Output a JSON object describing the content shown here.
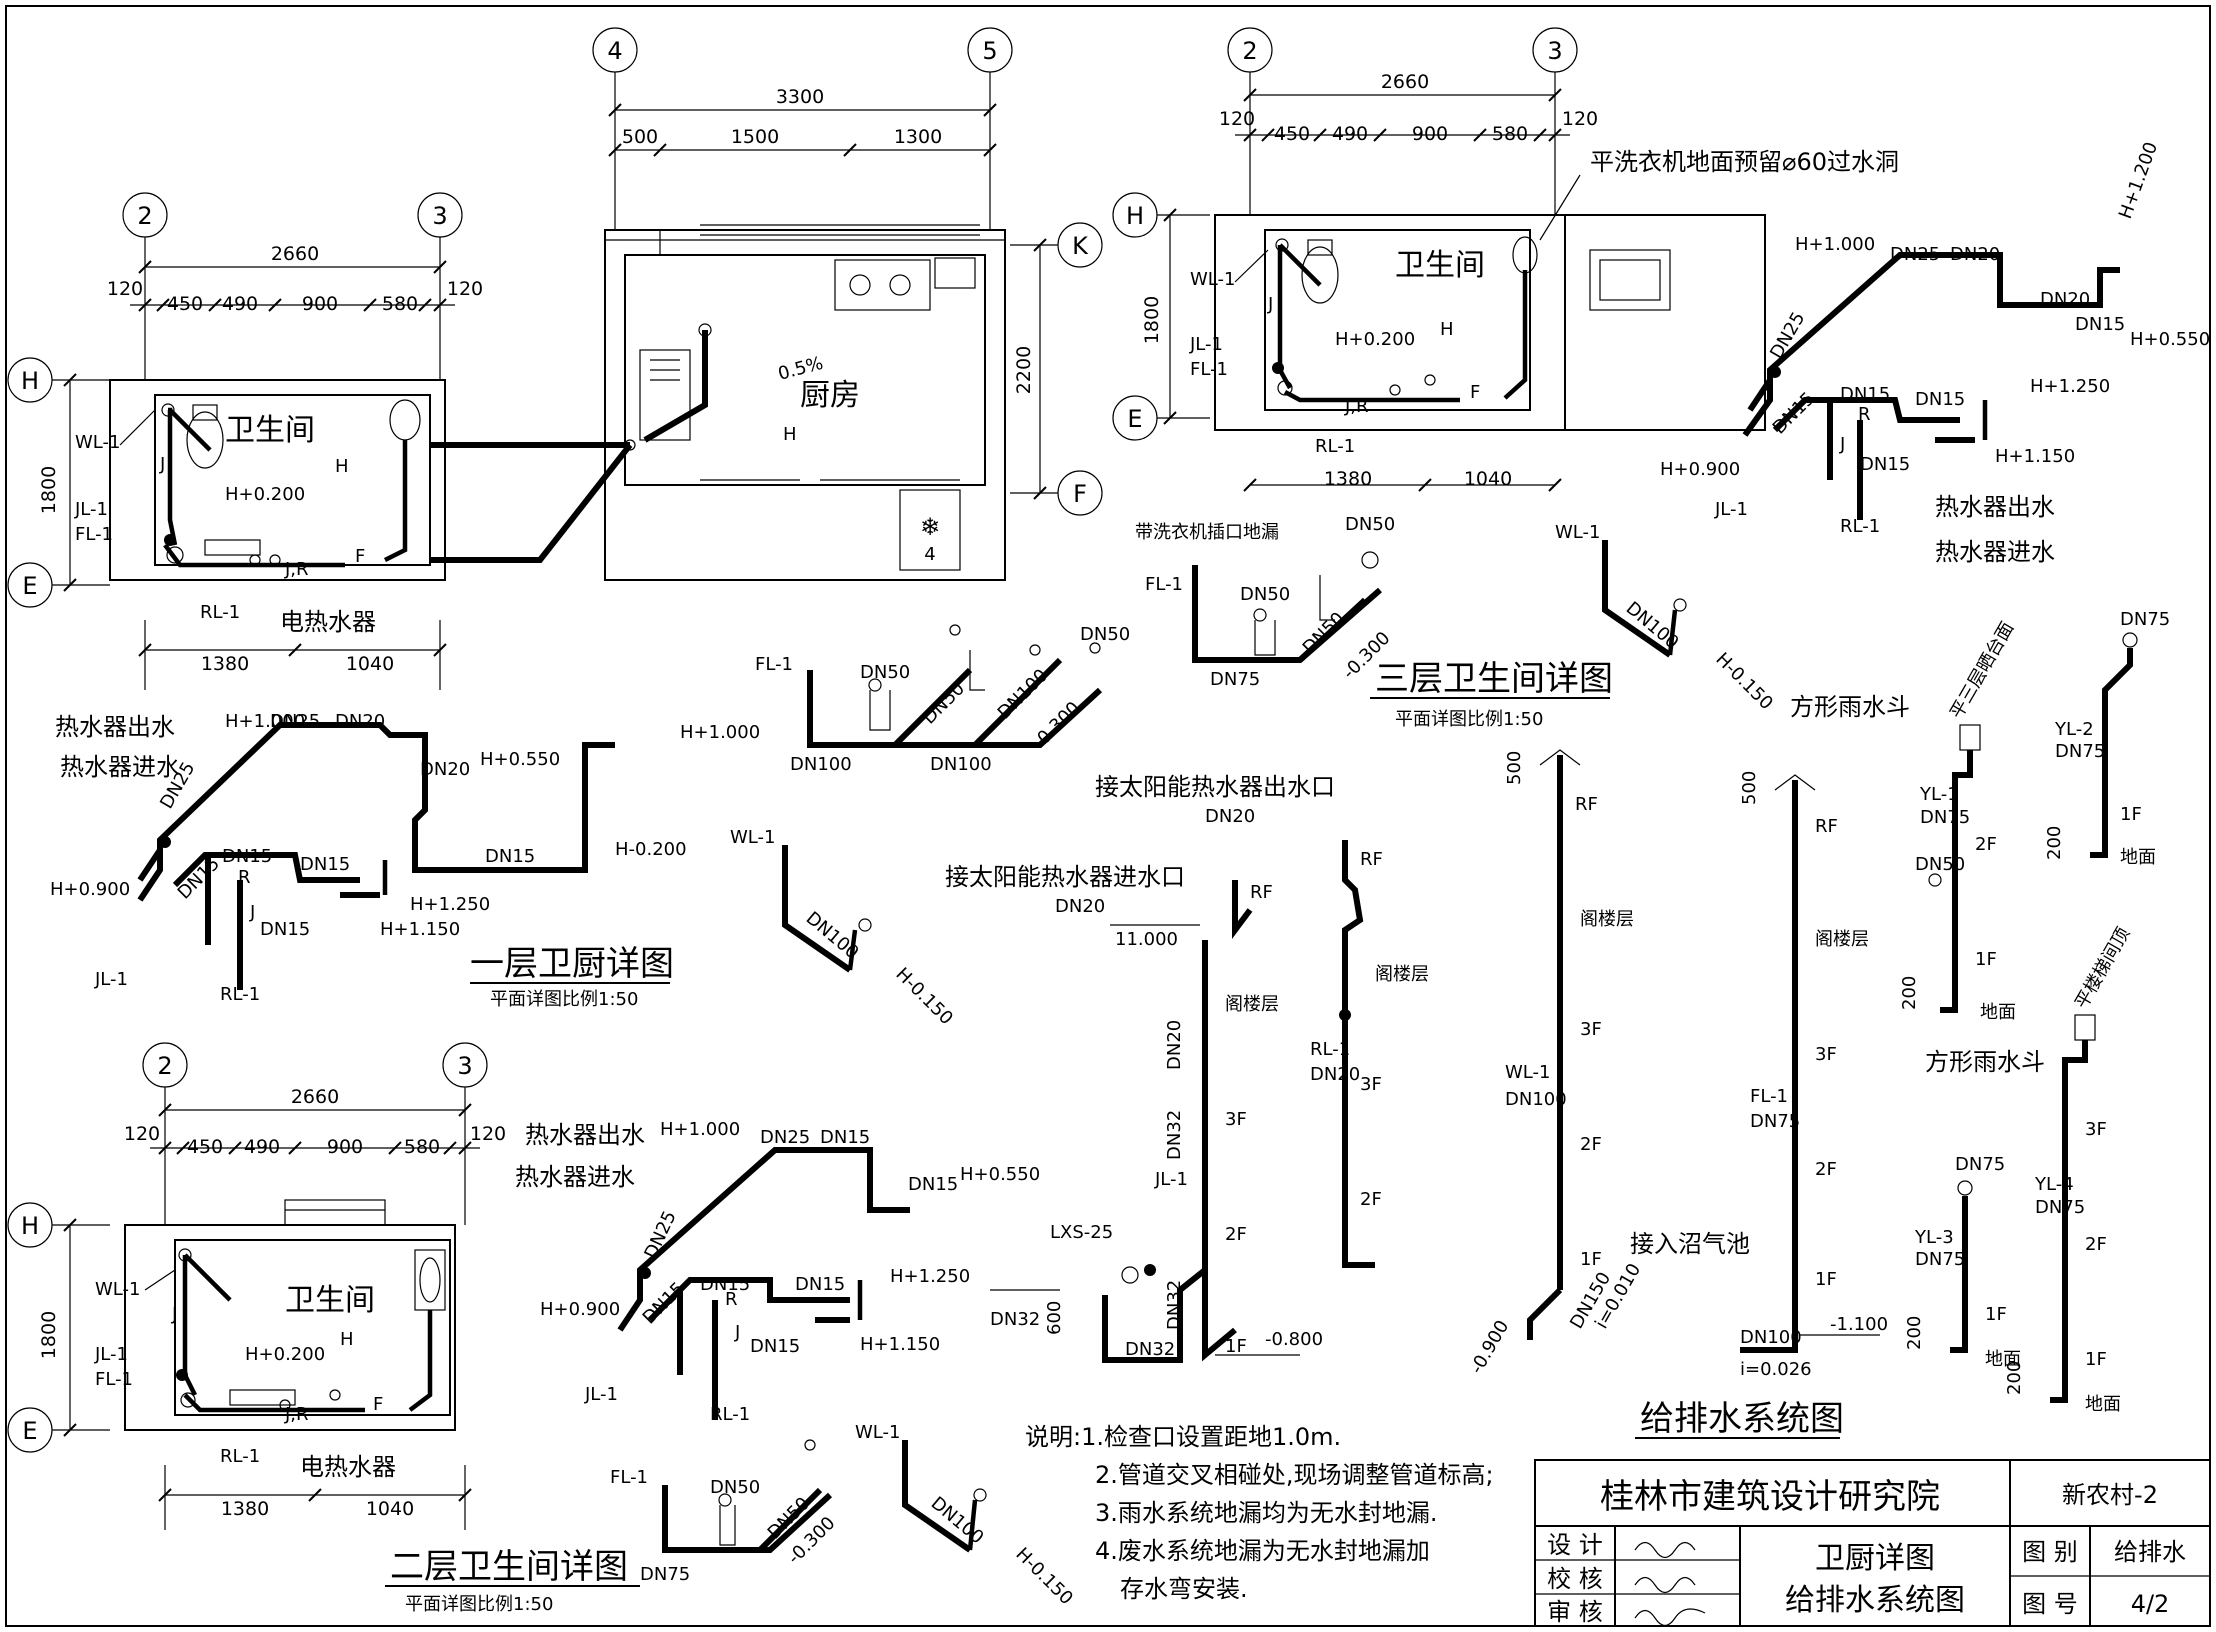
{
  "labels": {
    "wl1": "WL-1",
    "jl1": "JL-1",
    "fl1": "FL-1",
    "rl1": "RL-1",
    "yl1": "YL-1",
    "yl2": "YL-2",
    "yl3": "YL-3",
    "yl4": "YL-4",
    "j": "J",
    "r": "R",
    "f": "F",
    "jr": "J,R",
    "h": "H",
    "dn15": "DN15",
    "dn20": "DN20",
    "dn25": "DN25",
    "dn32": "DN32",
    "dn50": "DN50",
    "dn75": "DN75",
    "dn100": "DN100",
    "dn150": "DN150",
    "h_p0200": "H+0.200",
    "h_p0900": "H+0.900",
    "h_p1000": "H+1.000",
    "h_p0550": "H+0.550",
    "h_p1250": "H+1.250",
    "h_p1150": "H+1.150",
    "h_p1200": "H+1.200",
    "h_m0200": "H-0.200",
    "h_m0150": "H-0.150",
    "m0300": "-0.300",
    "m0800": "-0.800",
    "m0900": "-0.900",
    "m1100": "-1.100",
    "v11000": "11.000",
    "rf": "RF",
    "attic": "阁楼层",
    "f1": "1F",
    "f2": "2F",
    "f3": "3F",
    "ground": "地面",
    "lxs": "LXS-25",
    "slope1": "i=0.010",
    "slope2": "i=0.026",
    "slope_pct": "0.5%"
  },
  "rooms": {
    "bath": "卫生间",
    "kitchen": "厨房"
  },
  "axes": {
    "a2": "2",
    "a3": "3",
    "a4": "4",
    "a5": "5",
    "aH": "H",
    "aE": "E",
    "aK": "K",
    "aF": "F"
  },
  "dims": {
    "d2660": "2660",
    "d120": "120",
    "d450": "450",
    "d490": "490",
    "d900": "900",
    "d580": "580",
    "d1800": "1800",
    "d1380": "1380",
    "d1040": "1040",
    "d3300": "3300",
    "d500": "500",
    "d1500": "1500",
    "d1300": "1300",
    "d2200": "2200",
    "d600": "600",
    "d200": "200"
  },
  "notes": {
    "heater": "电热水器",
    "heater_out": "热水器出水",
    "heater_in": "热水器进水",
    "washer_hole": "平洗衣机地面预留⌀60过水洞",
    "washer_drain": "带洗衣机插口地漏",
    "solar_out": "接太阳能热水器出水口",
    "solar_in": "接太阳能热水器进水口",
    "biogas": "接入沼气池",
    "rain_hopper": "方形雨水斗",
    "roof3": "平三层晒台面",
    "stair_roof": "平楼梯间顶"
  },
  "titles": {
    "floor1": "一层卫厨详图",
    "floor2": "二层卫生间详图",
    "floor3": "三层卫生间详图",
    "scale": "平面详图比例1:50",
    "system": "给排水系统图"
  },
  "explain": {
    "l1": "说明:1.检查口设置距地1.0m.",
    "l2": "2.管道交叉相碰处,现场调整管道标高;",
    "l3": "3.雨水系统地漏均为无水封地漏.",
    "l4": "4.废水系统地漏为无水封地漏加",
    "l5": "存水弯安装."
  },
  "titleblock": {
    "institute": "桂林市建筑设计研究院",
    "project": "新农村-2",
    "design_label": "设 计",
    "check_label": "校 核",
    "review_label": "审 核",
    "drawing_name1": "卫厨详图",
    "drawing_name2": "给排水系统图",
    "cat_label": "图 别",
    "cat_value": "给排水",
    "num_label": "图 号",
    "num_value": "4/2"
  }
}
